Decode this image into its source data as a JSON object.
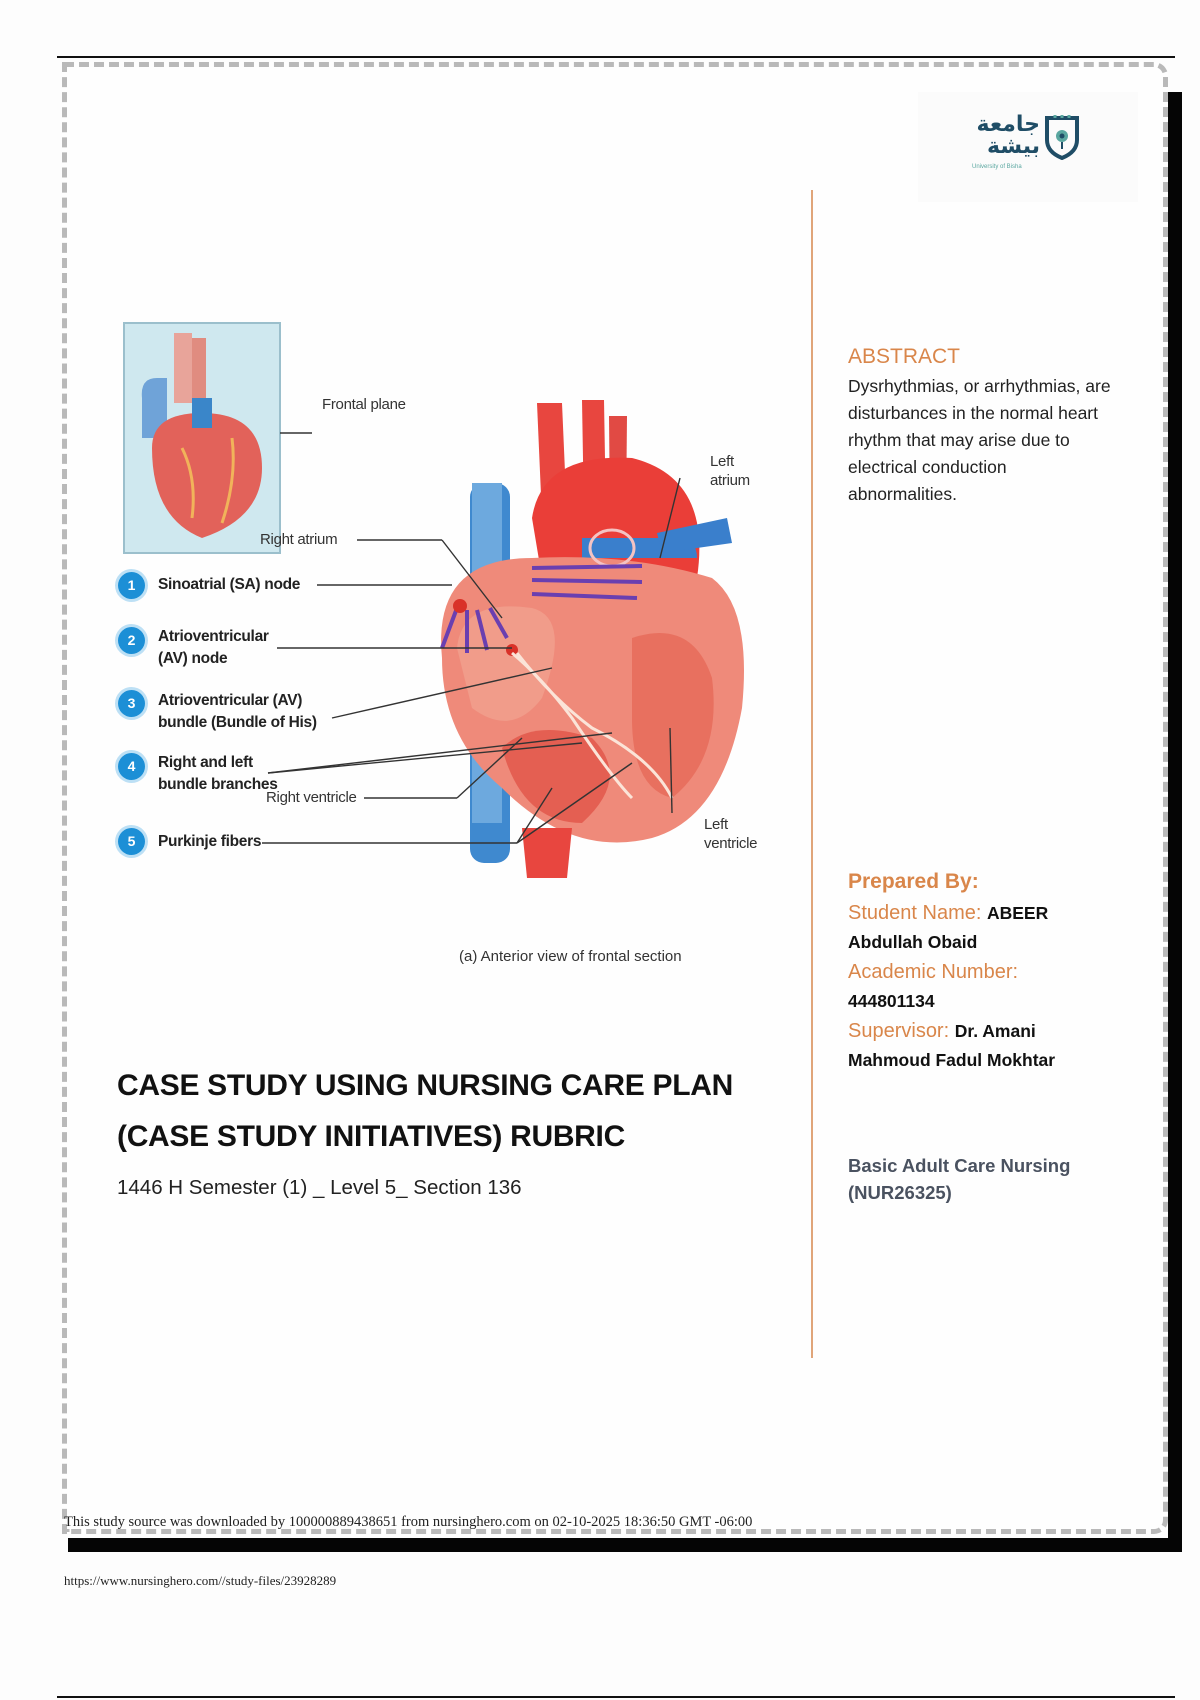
{
  "document": {
    "logo": {
      "arabic_line1": "جامعة",
      "arabic_line2": "بيشة",
      "subtitle": "University of Bisha"
    },
    "abstract": {
      "heading": "ABSTRACT",
      "body": "Dysrhythmias, or arrhythmias, are disturbances in the normal heart rhythm that may arise due to electrical conduction abnormalities."
    },
    "prepared_by": {
      "heading": "Prepared By:",
      "student_label": "Student Name:",
      "student_value": "ABEER Abdullah Obaid",
      "academic_label": "Academic Number:",
      "academic_value": "444801134",
      "supervisor_label": "Supervisor:",
      "supervisor_value": "Dr. Amani Mahmoud Fadul Mokhtar"
    },
    "course": {
      "line1": "Basic Adult Care Nursing",
      "line2": "(NUR26325)"
    },
    "title": {
      "line1": "CASE STUDY USING NURSING CARE PLAN",
      "line2": "(CASE STUDY INITIATIVES) RUBRIC"
    },
    "subtitle": "1446 H Semester (1) _ Level 5_ Section 136",
    "figure": {
      "inset_label": "Frontal plane",
      "labels": {
        "right_atrium": "Right atrium",
        "left_atrium": "Left atrium",
        "right_ventricle": "Right ventricle",
        "left_ventricle": "Left ventricle"
      },
      "steps": [
        {
          "num": "1",
          "label": "Sinoatrial (SA) node"
        },
        {
          "num": "2",
          "label": "Atrioventricular (AV) node"
        },
        {
          "num": "3",
          "label": "Atrioventricular (AV) bundle (Bundle of His)"
        },
        {
          "num": "4",
          "label": "Right and left bundle branches"
        },
        {
          "num": "5",
          "label": "Purkinje fibers"
        }
      ],
      "caption": "(a) Anterior view of frontal section"
    },
    "footer": {
      "watermark": "This study source was downloaded by 100000889438651 from nursinghero.com on 02-10-2025 18:36:50 GMT -06:00",
      "url": "https://www.nursinghero.com//study-files/23928289"
    }
  }
}
